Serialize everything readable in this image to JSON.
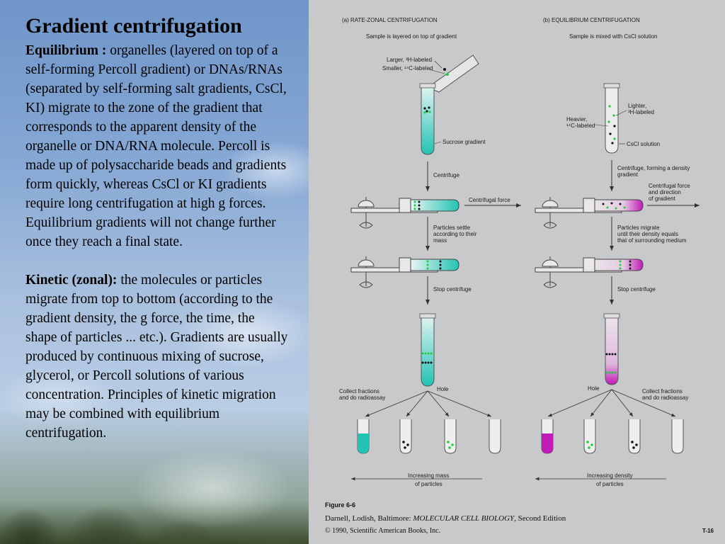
{
  "text": {
    "title": "Gradient centrifugation",
    "equilibrium_label": "Equilibrium :",
    "equilibrium_body": " organelles (layered on top of a self-forming Percoll gradient) or DNAs/RNAs (separated by self-forming salt gradients, CsCl, KI) migrate to the zone of the gradient that corresponds to the apparent density of the organelle or DNA/RNA molecule. Percoll is made up of polysaccharide beads and gradients form quickly, whereas CsCl or KI gradients require long centrifugation at high g forces. Equilibrium gradients will not change further once they reach a final state.",
    "kinetic_label": "Kinetic (zonal):",
    "kinetic_body": " the molecules or particles migrate from top to bottom (according to the gradient density, the g force, the time, the shape of particles ... etc.). Gradients are usually produced by continuous mixing of sucrose, glycerol, or Percoll solutions of various concentration. Principles of kinetic migration may be combined with equilibrium centrifugation."
  },
  "figure": {
    "a_title": "(a)  RATE-ZONAL CENTRIFUGATION",
    "a_sample": "Sample is layered on top of gradient",
    "a_larger": "Larger, ³H-labeled",
    "a_smaller": "Smaller, ¹⁴C-labeled",
    "a_sucrose": "Sucrose gradient",
    "a_centrifuge": "Centrifuge",
    "a_force": "Centrifugal force",
    "a_settle_1": "Particles settle",
    "a_settle_2": "according to their",
    "a_settle_3": "mass",
    "a_stop": "Stop centrifuge",
    "a_collect_1": "Collect fractions",
    "a_collect_2": "and do radioassay",
    "a_hole": "Hole",
    "a_axis_1": "Increasing mass",
    "a_axis_2": "of particles",
    "b_title": "(b)  EQUILIBRIUM CENTRIFUGATION",
    "b_sample": "Sample is mixed with CsCl solution",
    "b_lighter_1": "Lighter,",
    "b_lighter_2": "³H-labeled",
    "b_heavier_1": "Heavier,",
    "b_heavier_2": "¹⁴C-labeled",
    "b_cscl": "CsCl solution",
    "b_centrifuge_1": "Centrifuge, forming a density",
    "b_centrifuge_2": "gradient",
    "b_force_1": "Centrifugal force",
    "b_force_2": "and direction",
    "b_force_3": "of gradient",
    "b_migrate_1": "Particles migrate",
    "b_migrate_2": "until their density equals",
    "b_migrate_3": "that of surrounding medium",
    "b_stop": "Stop centrifuge",
    "b_hole": "Hole",
    "b_collect_1": "Collect fractions",
    "b_collect_2": "and do radioassay",
    "b_axis_1": "Increasing density",
    "b_axis_2": "of particles"
  },
  "caption": {
    "figure_label": "Figure 6-6",
    "authors": "Darnell, Lodish, Baltimore: ",
    "book": "MOLECULAR CELL BIOLOGY",
    "edition": ", Second Edition",
    "copyright": "© 1990, Scientific American Books, Inc.",
    "page_code": "T-16"
  },
  "colors": {
    "teal": "#22c3b4",
    "magenta": "#c21ab8",
    "green_dot": "#1fcf3a",
    "black_dot": "#111111"
  }
}
